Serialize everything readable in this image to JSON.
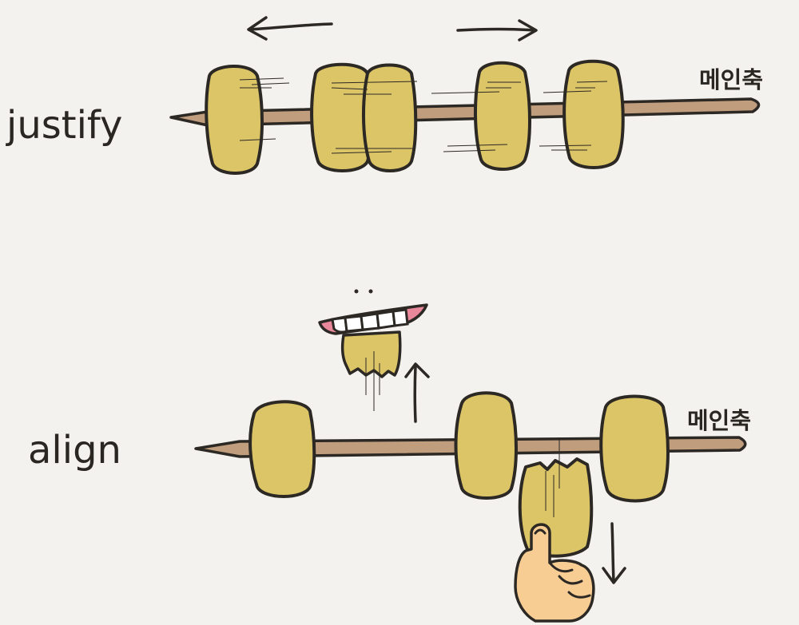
{
  "labels": {
    "justify": "justify",
    "align": "align",
    "main_axis_top": "메인축",
    "main_axis_bottom": "메인축"
  },
  "colors": {
    "background": "#f4f2ee",
    "cake_fill": "#dcc567",
    "outline": "#2c2824",
    "skewer": "#c09d7c",
    "hand_skin": "#f7cd94",
    "gum": "#e8889a",
    "teeth": "#ffffff"
  },
  "icons": {
    "arrow_left": "arrow-left-icon",
    "arrow_right": "arrow-right-icon",
    "arrow_up": "arrow-up-icon",
    "arrow_down": "arrow-down-icon",
    "mouth": "biting-mouth-icon",
    "hand": "pointing-hand-icon"
  }
}
